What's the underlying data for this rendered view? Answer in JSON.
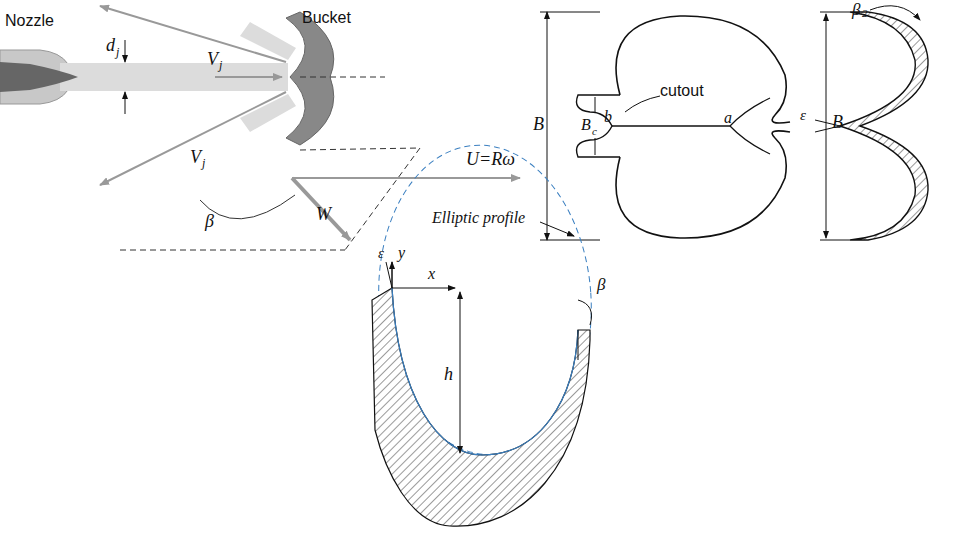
{
  "diagram": {
    "labels": [
      "Nozzle",
      "Bucket",
      "d",
      "j",
      "V",
      "j",
      "V",
      "j",
      "β",
      "W",
      "U=Rω",
      "B",
      "B",
      "c",
      "b",
      "cutout",
      "a",
      "β",
      "2",
      "B",
      "ε",
      "Elliptic profile",
      "ε",
      "y",
      "x",
      "h",
      "β"
    ]
  }
}
